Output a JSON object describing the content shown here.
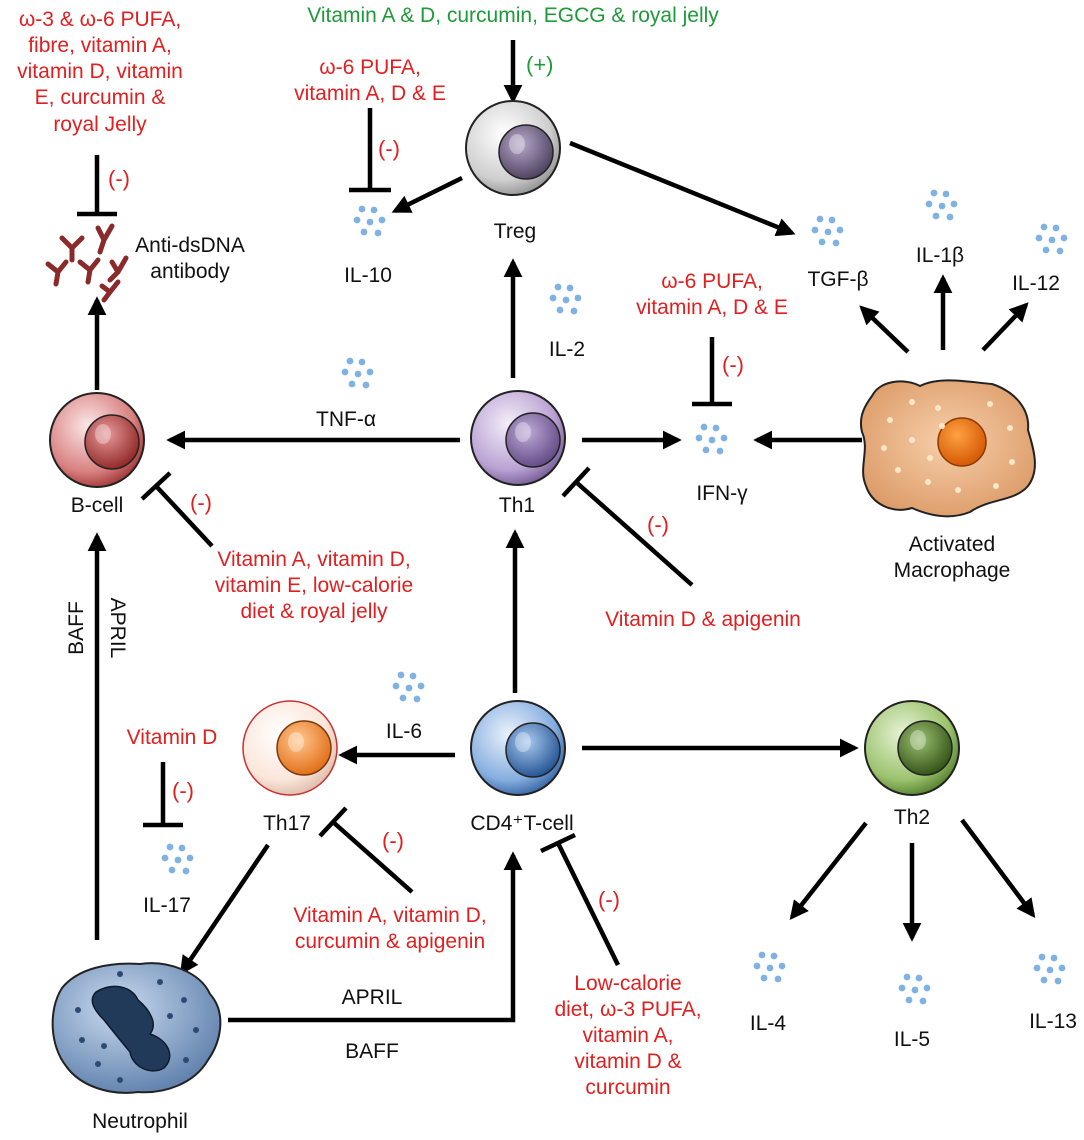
{
  "colors": {
    "inhibitor_text": "#e02020",
    "promoter_text": "#1f9a3a",
    "arrow": "#000000",
    "cytokine_dot": "#7fb1e3",
    "antibody": "#8b2a2a"
  },
  "cells": {
    "treg": "Treg",
    "th1": "Th1",
    "bcell": "B-cell",
    "cd4": "CD4⁺T-cell",
    "th17": "Th17",
    "th2": "Th2",
    "macrophage_line1": "Activated",
    "macrophage_line2": "Macrophage",
    "neutrophil": "Neutrophil"
  },
  "cytokines": {
    "il10": "IL-10",
    "il2": "IL-2",
    "tnfa": "TNF-α",
    "ifng": "IFN-γ",
    "tgfb": "TGF-β",
    "il1b": "IL-1β",
    "il12": "IL-12",
    "il6": "IL-6",
    "il17": "IL-17",
    "il4": "IL-4",
    "il5": "IL-5",
    "il13": "IL-13"
  },
  "antibody": {
    "line1": "Anti-dsDNA",
    "line2": "antibody"
  },
  "edges": {
    "baff": "BAFF",
    "april": "APRIL",
    "april_bottom": "APRIL",
    "baff_bottom": "BAFF"
  },
  "signs": {
    "plus": "(+)",
    "minus": "(-)"
  },
  "nutrients": {
    "top_green": "Vitamin A & D, curcumin, EGCG & royal jelly",
    "anti_dsdna": [
      "ω-3 & ω-6 PUFA,",
      "fibre, vitamin A,",
      "vitamin D, vitamin",
      "E, curcumin &",
      "royal Jelly"
    ],
    "il10": [
      "ω-6 PUFA,",
      "vitamin A, D & E"
    ],
    "ifng": [
      "ω-6 PUFA,",
      "vitamin A, D & E"
    ],
    "bcell": [
      "Vitamin A, vitamin D,",
      "vitamin E, low-calorie",
      "diet & royal jelly"
    ],
    "th1": "Vitamin D & apigenin",
    "il17": "Vitamin D",
    "th17": [
      "Vitamin A, vitamin D,",
      "curcumin & apigenin"
    ],
    "cd4": [
      "Low-calorie",
      "diet, ω-3 PUFA,",
      "vitamin A,",
      "vitamin D &",
      "curcumin"
    ]
  }
}
